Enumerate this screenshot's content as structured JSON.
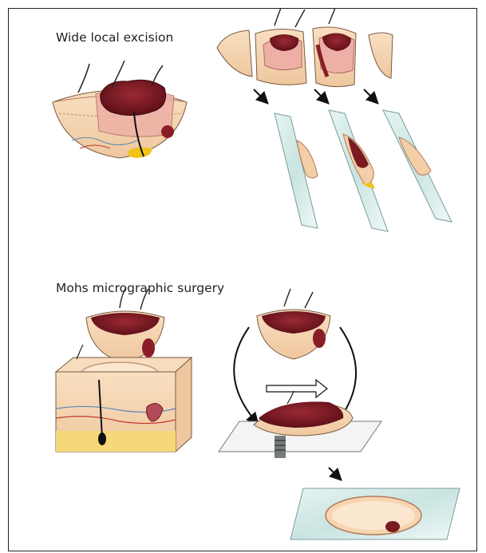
{
  "headings": {
    "wide_local_excision": "Wide local excision",
    "mohs_micrographic_surgery": "Mohs micrographic surgery"
  },
  "colors": {
    "skin": "#f6d9b2",
    "skin_dark": "#e9b98f",
    "dermis_pink": "#e9a7a0",
    "tumor": "#7a1a22",
    "tumor_highlight": "#a0343c",
    "fat": "#f2c21a",
    "glass": "#cfe8e6",
    "vessel": "#5d89b8",
    "outline": "#333333"
  },
  "icons": {
    "arrow": "diagonal-down-right-arrow",
    "curved_arrow": "curved-arrow",
    "rotate_arrow": "hollow-right-arrow"
  }
}
